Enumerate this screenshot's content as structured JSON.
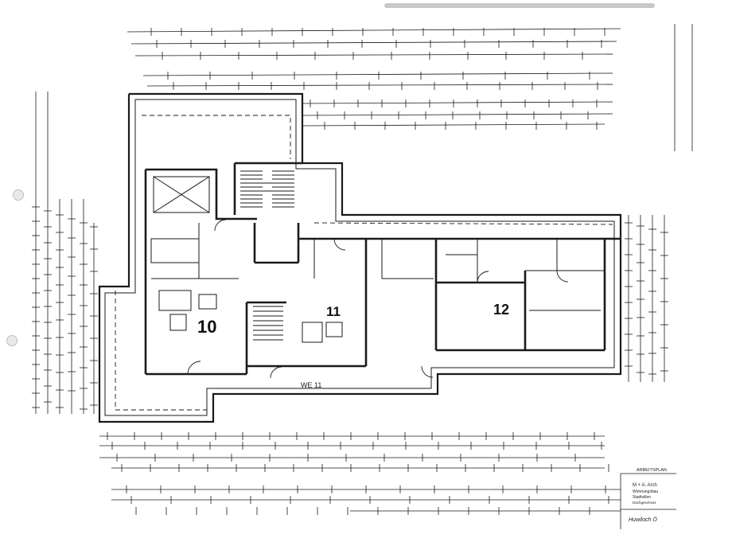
{
  "plan": {
    "rooms": [
      {
        "id": "10",
        "label": "10"
      },
      {
        "id": "11",
        "label": "11"
      },
      {
        "id": "12",
        "label": "12"
      }
    ],
    "unit_label": "WE 11",
    "title_block": {
      "heading": "ARBEITSPLAN",
      "line1": "M + A. Arch",
      "line2": "Wohnungsbau",
      "line3": "Stadtvillen",
      "line4": "Dachgeschoss"
    },
    "signature": "Huwiloch Ö"
  },
  "colors": {
    "ink": "#1a1a1a",
    "paper": "#ffffff"
  }
}
